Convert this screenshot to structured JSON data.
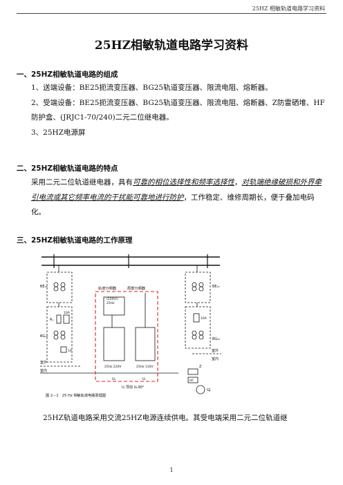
{
  "header": {
    "running_title": "25HZ 相敏轨道电路学习资料"
  },
  "title": "25HZ相敏轨道电路学习资料",
  "sections": [
    {
      "heading": "一、25HZ相敏轨道电路的组成",
      "items": [
        "1、送端设备：BE25扼流变压器、BG25轨道变压器、限流电阻、熔断器。",
        "2、受端设备：BE25扼流变压器、BG25轨道变压器、限流电阻、熔断器、Z防雷硒堆、HF防护盒、(JRJC1-70/240)二元二位继电器。",
        "3、25HZ电源屏"
      ]
    },
    {
      "heading": "二、25HZ相敏轨道电路的特点",
      "p_lead": "采用二元二位轨道继电器，具有",
      "p_hl1": "可靠的相位选择性和频率选择性",
      "p_mid": "，",
      "p_hl2": "对轨端绝缘破损和外界牵引电流或其它频率电流的干扰能可靠地进行防护",
      "p_tail": "，工作稳定、维修周期长，便于叠加电码化。"
    },
    {
      "heading": "三、25HZ相敏轨道电路的工作原理",
      "last_line": "25HZ轨道电路采用交流25HZ电源连续供电。其受电端采用二元二位轨道继"
    }
  ],
  "figure": {
    "label_rail_sep": "轨道分频器",
    "label_local_sep": "局部分频器",
    "label_v1": "(220V/)",
    "label_v2": "25Hz",
    "label_be_left": "BE₂₅",
    "label_be_right": "BE₂₅",
    "label_bg_left": "BG₂₅",
    "label_bg_right": "BG₂₅",
    "label_rx": "Rₓ",
    "label_10a_l": "10A",
    "label_10a_r": "10A",
    "label_1a": "1A",
    "label_outdoor_l": "室外",
    "label_indoor_l": "室内",
    "label_outdoor_r": "室外",
    "label_indoor_r": "室内",
    "label_25hz_220": "25Hz 220V",
    "label_25hz_110": "25Hz 110V",
    "label_uk": "Uₖ",
    "label_uj": "Uⱼ",
    "label_uj_uk": "Uⱼ 导前 Uₖ90°",
    "label_z": "Z",
    "label_hf": "HF",
    "label_gj": "GJ",
    "caption": "图 2－1　25 Hz 相敏轨道电路原理图"
  },
  "footer": {
    "page": "1"
  }
}
